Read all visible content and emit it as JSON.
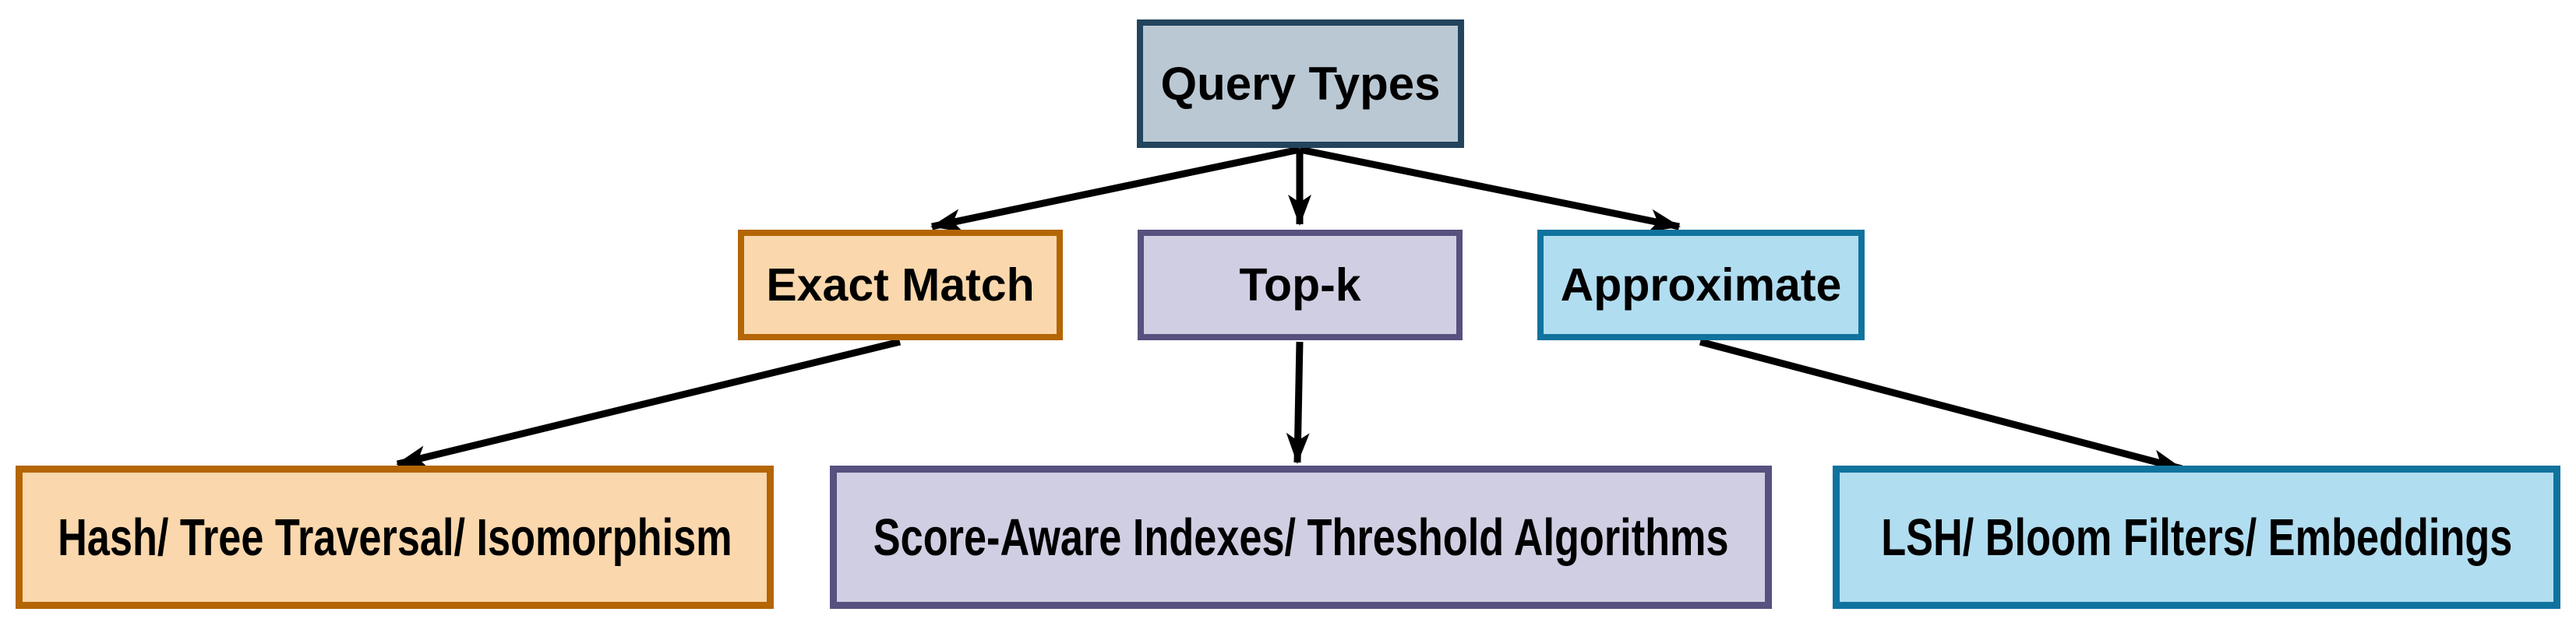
{
  "diagram": {
    "background_color": "#ffffff",
    "arrow_color": "#000000",
    "text_color": "#000000",
    "root": {
      "id": "query-types",
      "label": "Query Types",
      "fill": "#bac8d3",
      "stroke": "#23445d"
    },
    "query_types": [
      {
        "id": "exact-match",
        "label": "Exact Match",
        "fill": "#fad7ac",
        "stroke": "#b46504"
      },
      {
        "id": "top-k",
        "label": "Top-k",
        "fill": "#d0cee2",
        "stroke": "#56517e"
      },
      {
        "id": "approximate",
        "label": "Approximate",
        "fill": "#b1ddf0",
        "stroke": "#10739e"
      }
    ],
    "methods": [
      {
        "id": "exact-match-methods",
        "label": "Hash/ Tree Traversal/ Isomorphism",
        "fill": "#fad7ac",
        "stroke": "#b46504"
      },
      {
        "id": "top-k-methods",
        "label": "Score-Aware Indexes/ Threshold Algorithms",
        "fill": "#d0cee2",
        "stroke": "#56517e"
      },
      {
        "id": "approximate-methods",
        "label": "LSH/ Bloom Filters/ Embeddings",
        "fill": "#b1ddf0",
        "stroke": "#10739e"
      }
    ],
    "edges": [
      {
        "from": "query-types",
        "to": "exact-match"
      },
      {
        "from": "query-types",
        "to": "top-k"
      },
      {
        "from": "query-types",
        "to": "approximate"
      },
      {
        "from": "exact-match",
        "to": "exact-match-methods"
      },
      {
        "from": "top-k",
        "to": "top-k-methods"
      },
      {
        "from": "approximate",
        "to": "approximate-methods"
      }
    ]
  }
}
